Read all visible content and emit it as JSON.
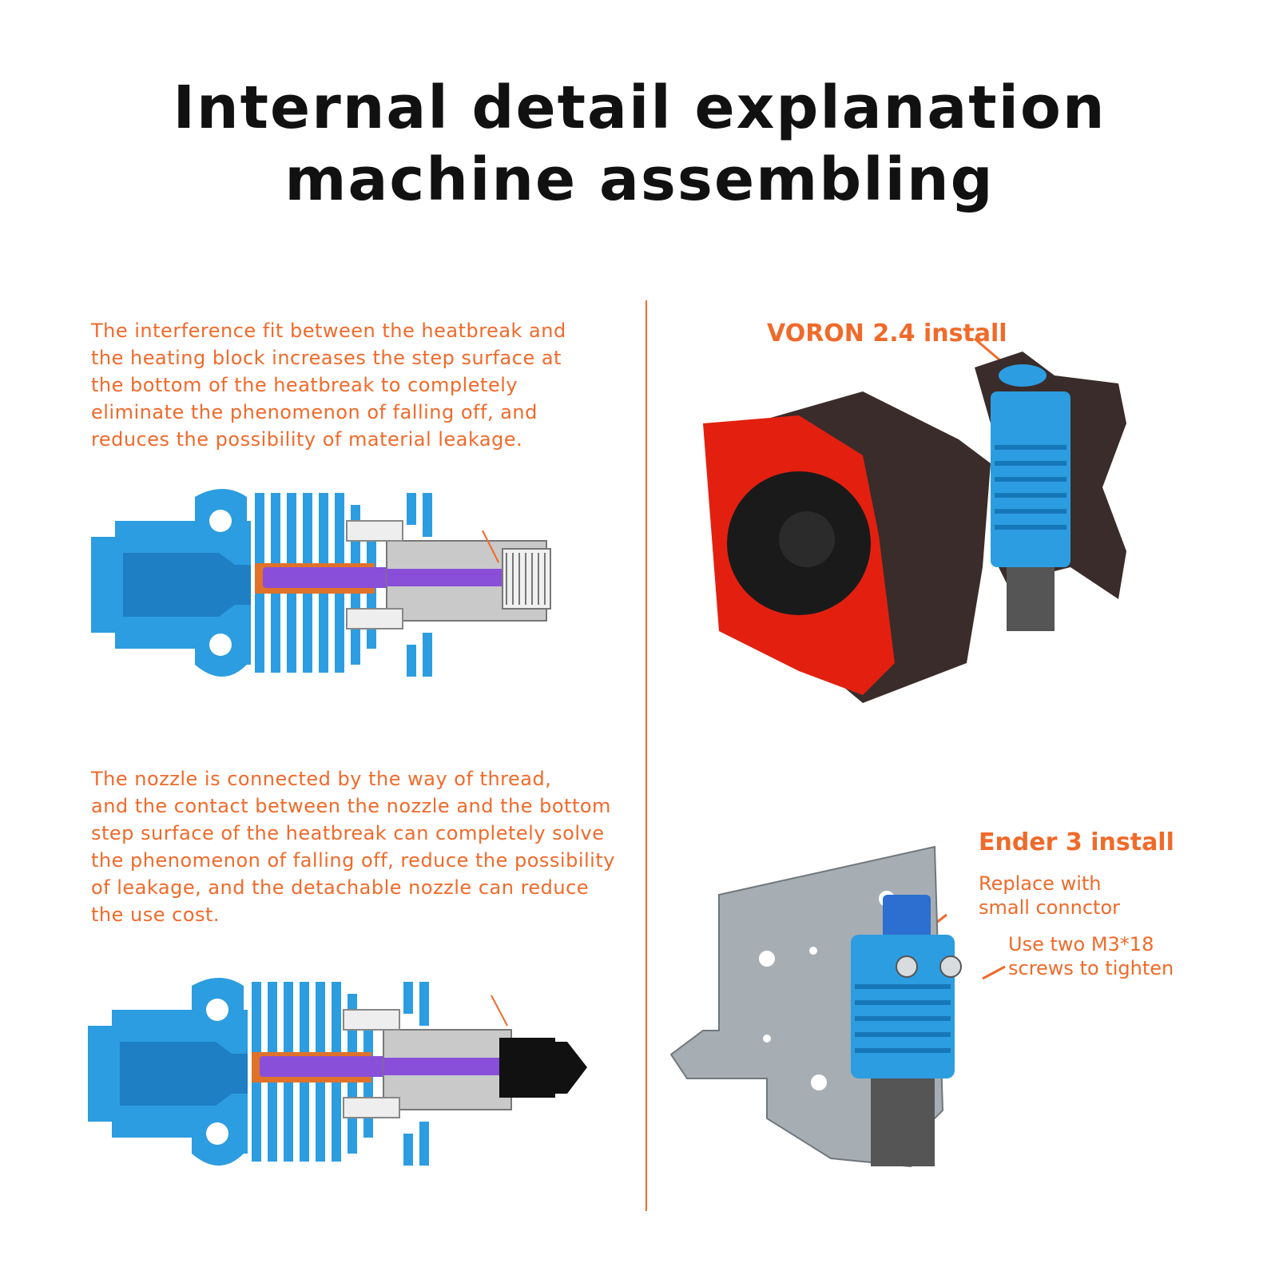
{
  "title": {
    "line1": "Internal detail explanation",
    "line2": "machine assembling"
  },
  "left": {
    "paragraph1": [
      "The interference fit between the heatbreak and",
      "the heating block increases the step surface at",
      "the bottom of the heatbreak to completely",
      "eliminate the phenomenon of falling off, and",
      "reduces the possibility of material leakage."
    ],
    "paragraph2": [
      "The nozzle is connected by the way of thread,",
      "and the contact between the nozzle and the bottom",
      "step surface of the heatbreak can completely solve",
      "the phenomenon of falling off, reduce the possibility",
      "of leakage, and the detachable nozzle can reduce",
      "the use cost."
    ]
  },
  "right": {
    "voron_label": "VORON 2.4 install",
    "ender_label": "Ender 3 install",
    "connector_note": [
      "Replace with",
      "small connctor"
    ],
    "screws_note": [
      "Use two M3*18",
      "screws to tighten"
    ]
  },
  "colors": {
    "accent": "#f06a2a",
    "aluminium_blue": "#2c9de0",
    "heatbreak_purple": "#8a4fd8",
    "copper": "#e0722a",
    "fan_red": "#e32010",
    "shroud_dark": "#3a2c2a",
    "bracket_gray": "#a6aeb4"
  }
}
